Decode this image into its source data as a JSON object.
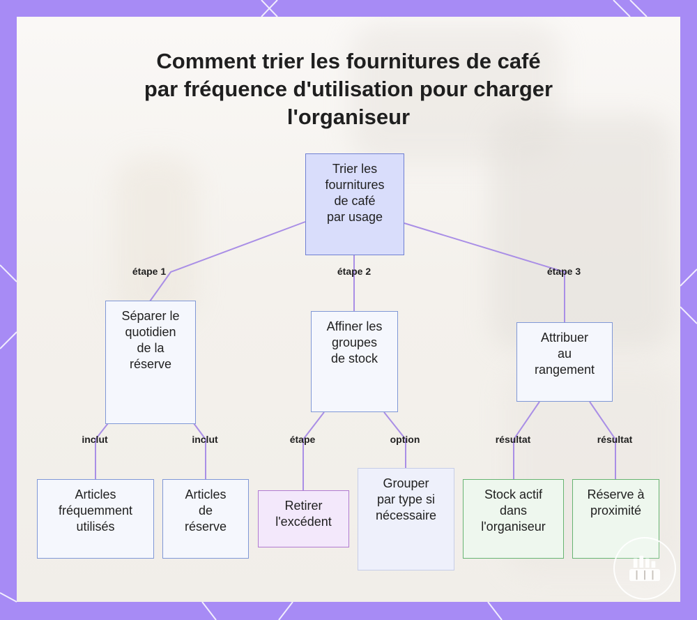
{
  "title": "Comment trier les fournitures de café par fréquence d'utilisation pour charger l'organiseur",
  "nodes": {
    "root": "Trier les\nfournitures\nde café\npar usage",
    "separate": "Séparer le\nquotidien\nde la\nréserve",
    "refine": "Affiner les\ngroupes\nde stock",
    "assign": "Attribuer\nau\nrangement",
    "frequent": "Articles\nfréquemment\nutilisés",
    "reserve_items": "Articles\nde\nréserve",
    "remove": "Retirer\nl'excédent",
    "group_type": "Grouper\npar type si\nnécessaire",
    "active_stock": "Stock actif\ndans\nl'organiseur",
    "nearby": "Réserve à\nproximité"
  },
  "edge_labels": {
    "step1": "étape 1",
    "step2": "étape 2",
    "step3": "étape 3",
    "includes_a": "inclut",
    "includes_b": "inclut",
    "step": "étape",
    "option": "option",
    "result_a": "résultat",
    "result_b": "résultat"
  },
  "colors": {
    "frame": "#a78bf5",
    "edge": "#a98ee6",
    "root_fill": "#d9ddfb",
    "node_border": "#7f97d6",
    "purple_border": "#b07ad0",
    "green_border": "#66b471"
  },
  "icons": [
    "coffee-organizer-icon"
  ]
}
